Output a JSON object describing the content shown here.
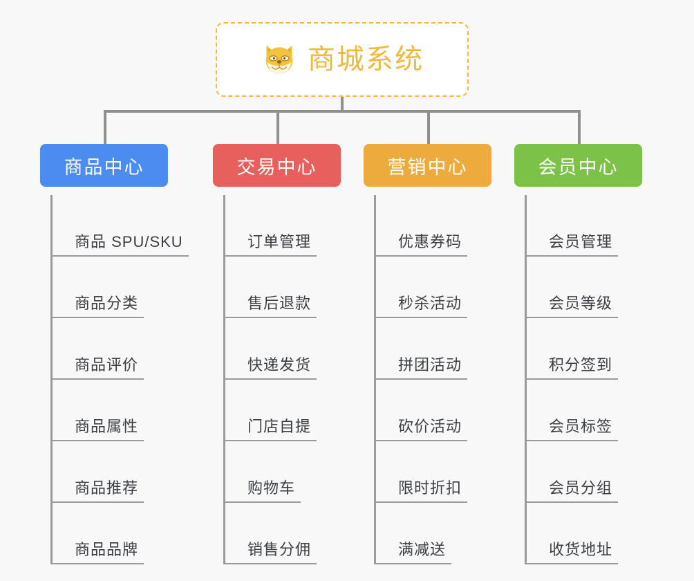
{
  "background_color": "#f8f8f9",
  "root": {
    "icon": "shiba-dog-face-icon",
    "title": "商城系统",
    "accent_color": "#f0b93c",
    "border_style": "dashed"
  },
  "connector_color": "#8f8f8f",
  "branches": [
    {
      "label": "商品中心",
      "color": "#4a8cf0",
      "items": [
        "商品 SPU/SKU",
        "商品分类",
        "商品评价",
        "商品属性",
        "商品推荐",
        "商品品牌"
      ]
    },
    {
      "label": "交易中心",
      "color": "#e8605d",
      "items": [
        "订单管理",
        "售后退款",
        "快递发货",
        "门店自提",
        "购物车",
        "销售分佣"
      ]
    },
    {
      "label": "营销中心",
      "color": "#eeab3d",
      "items": [
        "优惠券码",
        "秒杀活动",
        "拼团活动",
        "砍价活动",
        "限时折扣",
        "满减送"
      ]
    },
    {
      "label": "会员中心",
      "color": "#7cc148",
      "items": [
        "会员管理",
        "会员等级",
        "积分签到",
        "会员标签",
        "会员分组",
        "收货地址"
      ]
    }
  ]
}
